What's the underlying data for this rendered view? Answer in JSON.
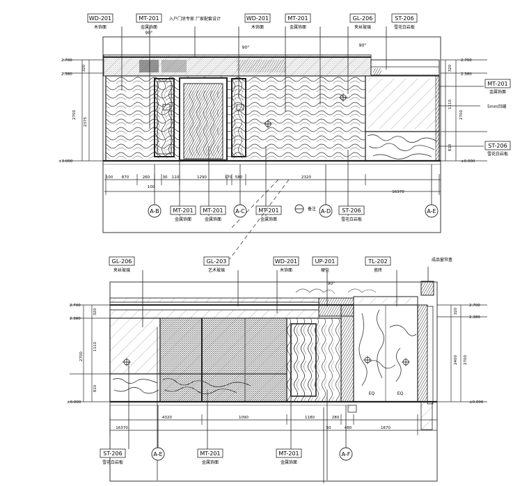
{
  "upper": {
    "top_tags": [
      {
        "code": "WD-201",
        "desc": "木饰面"
      },
      {
        "code": "MT-201",
        "desc": "金属饰面"
      },
      {
        "code": "",
        "desc": "入户门涂专家 厂家配套设计"
      },
      {
        "code": "WD-201",
        "desc": "木饰面"
      },
      {
        "code": "MT-201",
        "desc": "金属饰面"
      },
      {
        "code": "GL-206",
        "desc": "夹丝玻璃"
      },
      {
        "code": "ST-206",
        "desc": "雪花白岩板"
      }
    ],
    "angle_labels": [
      "90°",
      "90°",
      "90°"
    ],
    "left_levels": [
      "2.700",
      "2.380",
      "±0.000"
    ],
    "left_dims": [
      "320",
      "2700",
      "2375"
    ],
    "right_levels": [
      "2.700",
      "2.380",
      "±0.000"
    ],
    "right_dims": [
      "320",
      "2700",
      "1110",
      "810"
    ],
    "right_tags": [
      {
        "code": "MT-201",
        "desc": "金属饰面"
      },
      {
        "code": "ST-206",
        "desc": "雪花白岩板"
      }
    ],
    "note_5mm": "5mm凹缝",
    "bottom_dims": [
      "100",
      "870",
      "260",
      "30",
      "110",
      "1290",
      "170",
      "580",
      "2320",
      "16370"
    ],
    "bottom_dim_small": "100",
    "axis_labels": [
      "A-B",
      "A-C",
      "A-D",
      "A-E"
    ],
    "bottom_tags": [
      {
        "code": "MT-201",
        "desc": "金属饰面"
      },
      {
        "code": "MT-201",
        "desc": "金属饰面"
      },
      {
        "code": "MT-201",
        "desc": "金属饰面"
      },
      {
        "code": "ST-206",
        "desc": "雪花白岩板"
      }
    ],
    "mark_label": "备注"
  },
  "lower": {
    "top_tags": [
      {
        "code": "GL-206",
        "desc": "夹丝玻璃"
      },
      {
        "code": "GL-203",
        "desc": "艺术玻璃"
      },
      {
        "code": "WD-201",
        "desc": "木饰面"
      },
      {
        "code": "UP-201",
        "desc": "硬包"
      },
      {
        "code": "TL-202",
        "desc": "瓷砖"
      }
    ],
    "top_right_note": "成品窗帘盒",
    "angle_label": "90°",
    "left_levels": [
      "2.700",
      "2.380",
      "±0.000"
    ],
    "left_dims": [
      "320",
      "1110",
      "2700",
      "810"
    ],
    "right_levels": [
      "2.700",
      "2.380",
      "±0.000"
    ],
    "right_dims": [
      "320",
      "2400",
      "2700"
    ],
    "eq_labels": [
      "EQ",
      "EQ"
    ],
    "bottom_dims": [
      "4320",
      "1090",
      "1180",
      "280",
      "50",
      "480",
      "1670",
      "16370"
    ],
    "axis_labels": [
      "A-E",
      "A-F"
    ],
    "bottom_tags": [
      {
        "code": "ST-206",
        "desc": "雪花白岩板"
      },
      {
        "code": "MT-201",
        "desc": "金属饰面"
      },
      {
        "code": "MT-201",
        "desc": "金属饰面"
      }
    ]
  }
}
